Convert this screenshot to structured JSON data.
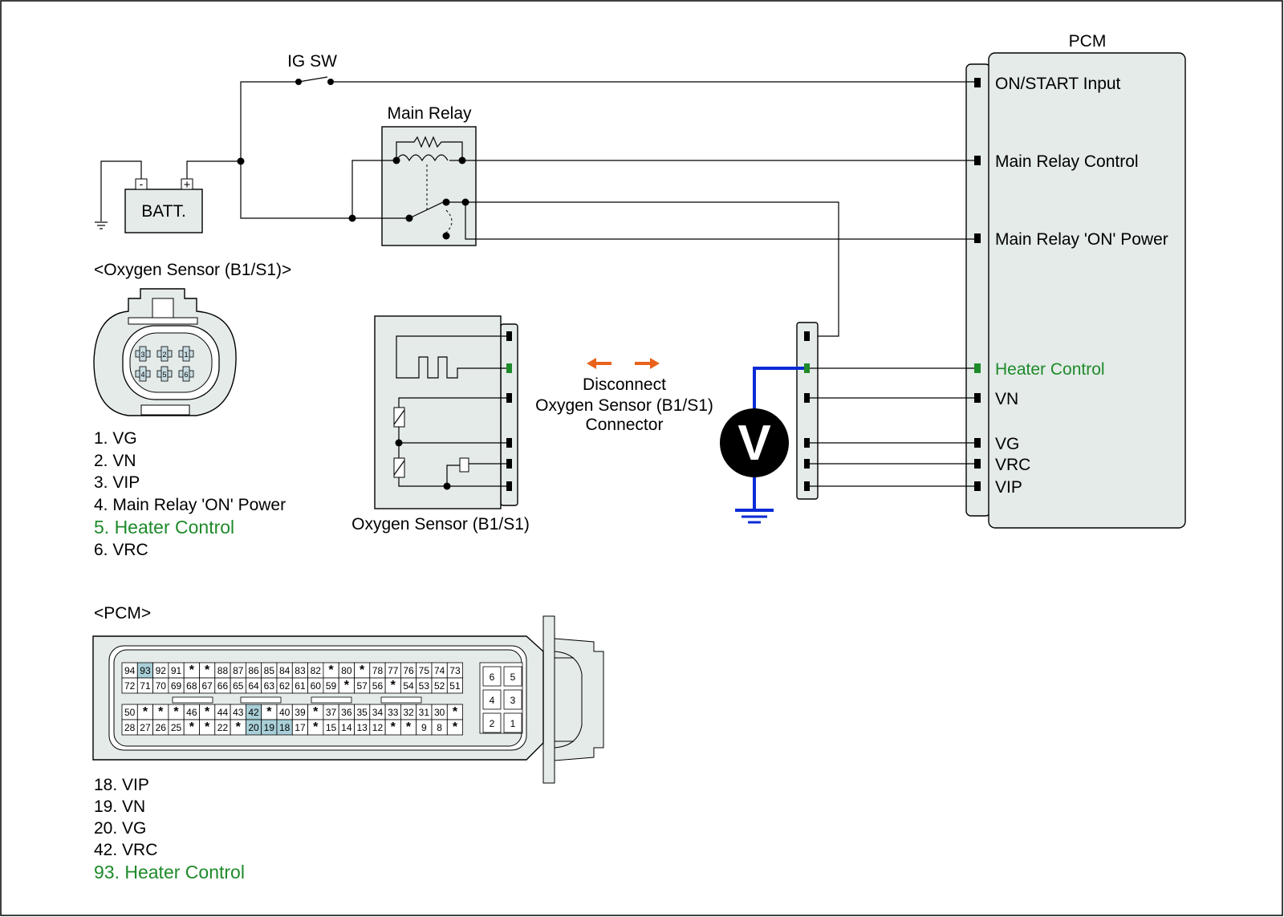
{
  "top": {
    "ig_sw": "IG SW",
    "main_relay": "Main Relay",
    "batt": "BATT.",
    "batt_minus": "-",
    "batt_plus": "+",
    "pcm_title": "PCM"
  },
  "pcm_pins": {
    "on_start": "ON/START Input",
    "main_relay_control": "Main Relay Control",
    "main_relay_on_power": "Main Relay 'ON' Power",
    "heater_control": "Heater Control",
    "vn": "VN",
    "vg": "VG",
    "vrc": "VRC",
    "vip": "VIP"
  },
  "disconnect": {
    "line1": "Disconnect",
    "line2": "Oxygen Sensor (B1/S1)",
    "line3": "Connector"
  },
  "voltmeter": "V",
  "sensor_caption": "Oxygen Sensor (B1/S1)",
  "sensor_connector_title": "<Oxygen Sensor (B1/S1)>",
  "sensor_pins": [
    "1. VG",
    "2. VN",
    "3. VIP",
    "4. Main Relay 'ON' Power",
    "5. Heater Control",
    "6. VRC"
  ],
  "sensor_pin_numbers": [
    "3",
    "2",
    "1",
    "4",
    "5",
    "6"
  ],
  "pcm_connector_title": "<PCM>",
  "pcm_rows": [
    [
      "94",
      "93",
      "92",
      "91",
      "*",
      "*",
      "88",
      "87",
      "86",
      "85",
      "84",
      "83",
      "82",
      "*",
      "80",
      "*",
      "78",
      "77",
      "76",
      "75",
      "74",
      "73"
    ],
    [
      "72",
      "71",
      "70",
      "69",
      "68",
      "67",
      "66",
      "65",
      "64",
      "63",
      "62",
      "61",
      "60",
      "59",
      "*",
      "57",
      "56",
      "*",
      "54",
      "53",
      "52",
      "51"
    ],
    [
      "50",
      "*",
      "*",
      "*",
      "46",
      "*",
      "44",
      "43",
      "42",
      "*",
      "40",
      "39",
      "*",
      "37",
      "36",
      "35",
      "34",
      "33",
      "32",
      "31",
      "30",
      "*"
    ],
    [
      "28",
      "27",
      "26",
      "25",
      "*",
      "*",
      "22",
      "*",
      "20",
      "19",
      "18",
      "17",
      "*",
      "15",
      "14",
      "13",
      "12",
      "*",
      "*",
      "9",
      "8",
      "*"
    ]
  ],
  "pcm_small": [
    "6",
    "5",
    "4",
    "3",
    "2",
    "1"
  ],
  "pcm_pins_list": [
    "18. VIP",
    "19. VN",
    "20. VG",
    "42. VRC",
    "93. Heater Control"
  ],
  "colors": {
    "accent_green": "#1e8a2a",
    "highlight": "#a9cfd8",
    "wire_blue": "#0a2bd6",
    "arrow_orange": "#e8621a",
    "panel": "#e4ebe8"
  }
}
